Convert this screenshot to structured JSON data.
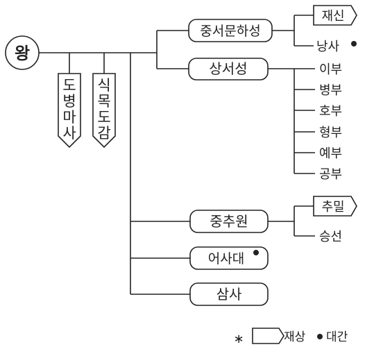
{
  "diagram": {
    "king": "왕",
    "vertical_left": [
      "도",
      "병",
      "마",
      "사"
    ],
    "vertical_right": [
      "식",
      "목",
      "도",
      "감"
    ],
    "jungseo": "중서문하성",
    "jaesin": "재신",
    "nangsa": "낭사",
    "sangseo": "상서성",
    "boards": [
      "이부",
      "병부",
      "호부",
      "형부",
      "예부",
      "공부"
    ],
    "jungchu": "중추원",
    "chumil": "추밀",
    "seungseon": "승선",
    "eosadae": "어사대",
    "samsa": "삼사"
  },
  "legend": {
    "star": "∗",
    "jaesang": "재상",
    "dot": "●",
    "daegan": "대간"
  }
}
